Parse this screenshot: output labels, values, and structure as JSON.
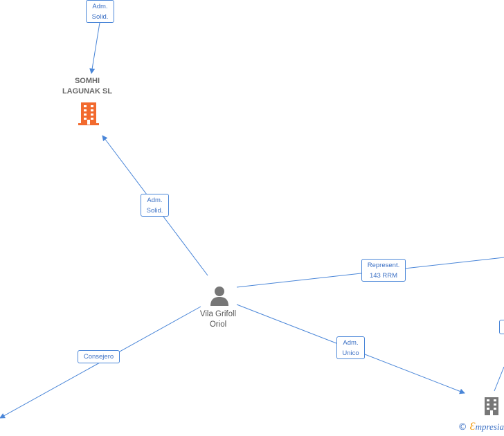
{
  "colors": {
    "edge": "#4a86d8",
    "company_highlight": "#f26a2e",
    "company_default": "#777777",
    "person": "#777777"
  },
  "nodes": {
    "company_main": {
      "name_line1": "SOMHI",
      "name_line2": "LAGUNAK  SL",
      "icon": "building-icon"
    },
    "person": {
      "name_line1": "Vila Grifoll",
      "name_line2": "Oriol",
      "icon": "person-icon"
    },
    "company_bottom_right": {
      "icon": "building-icon"
    }
  },
  "edges": [
    {
      "id": "top",
      "line1": "Adm.",
      "line2": "Solid."
    },
    {
      "id": "person_to_somhi",
      "line1": "Adm.",
      "line2": "Solid."
    },
    {
      "id": "represent",
      "line1": "Represent.",
      "line2": "143 RRM"
    },
    {
      "id": "adm_unico",
      "line1": "Adm.",
      "line2": "Unico"
    },
    {
      "id": "consejero",
      "line1": "Consejero"
    }
  ],
  "brand": {
    "copyright": "©",
    "e": "Ɛ",
    "rest": "mpresia"
  }
}
